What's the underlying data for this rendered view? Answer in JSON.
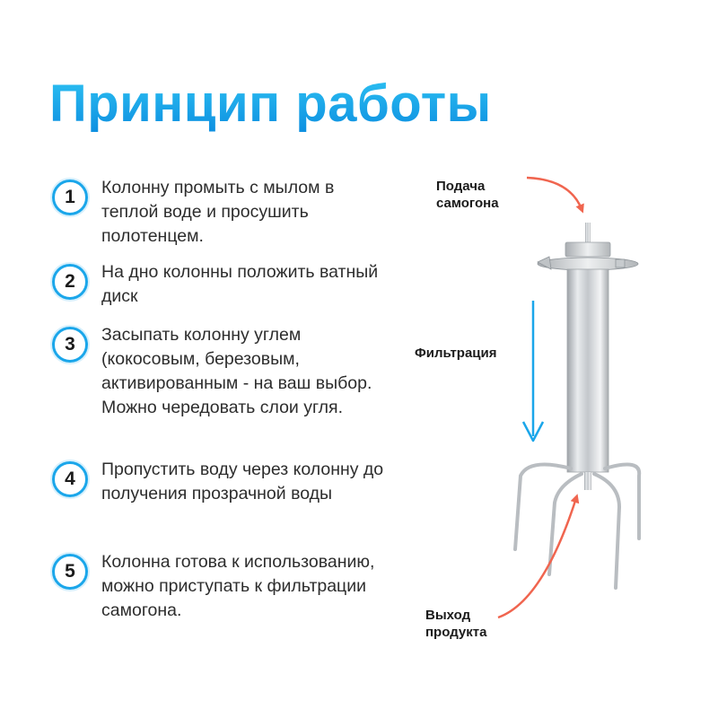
{
  "title": "Принцип работы",
  "steps": [
    {
      "number": "1",
      "text": "Колонну промыть с мылом в теплой воде и просушить полотенцем."
    },
    {
      "number": "2",
      "text": "На дно колонны положить ватный диск"
    },
    {
      "number": "3",
      "text": "Засыпать колонну углем (кокосовым, березовым, активированным - на ваш выбор. Можно чередовать слои угля."
    },
    {
      "number": "4",
      "text": "Пропустить воду через колонну до получения прозрачной воды"
    },
    {
      "number": "5",
      "text": "Колонна готова к использованию, можно приступать к фильтрации самогона."
    }
  ],
  "diagram": {
    "input_label_1": "Подача",
    "input_label_2": "самогона",
    "filtration_label": "Фильтрация",
    "output_label_1": "Выход",
    "output_label_2": "продукта"
  },
  "colors": {
    "accent_blue": "#1aa6ea",
    "arrow_red": "#f0654f"
  }
}
